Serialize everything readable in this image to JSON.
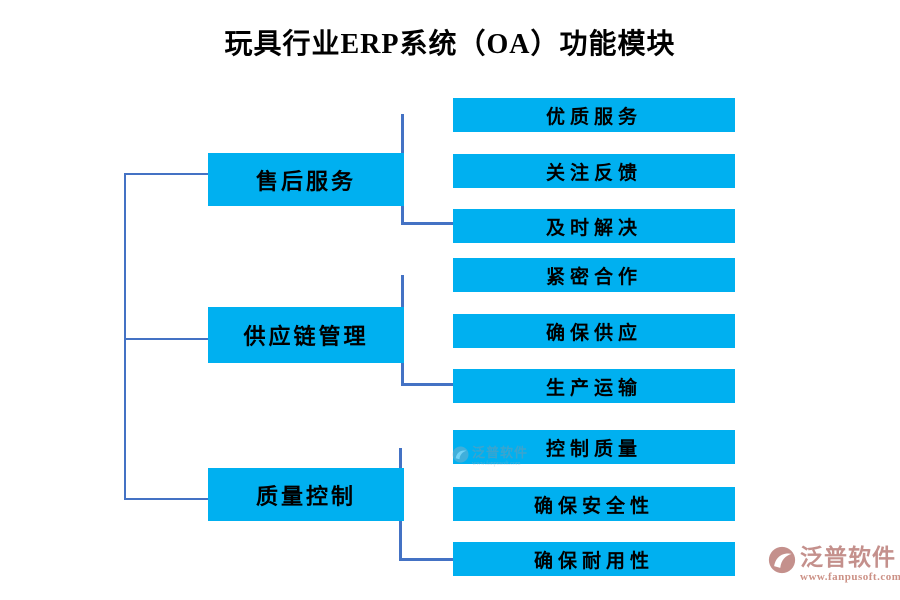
{
  "title": "玩具行业ERP系统（OA）功能模块",
  "colors": {
    "box_fill": "#00b0f0",
    "connector_line": "#4472c4",
    "box_text": "#000000",
    "watermark_brand": "#c4908c",
    "watermark_url": "#cc9186"
  },
  "groups": [
    {
      "label": "售后服务",
      "items": [
        "优质服务",
        "关注反馈",
        "及时解决"
      ]
    },
    {
      "label": "供应链管理",
      "items": [
        "紧密合作",
        "确保供应",
        "生产运输"
      ]
    },
    {
      "label": "质量控制",
      "items": [
        "控制质量",
        "确保安全性",
        "确保耐用性"
      ]
    }
  ],
  "watermark": {
    "brand": "泛普软件",
    "url": "www.fanpusoft.com"
  }
}
